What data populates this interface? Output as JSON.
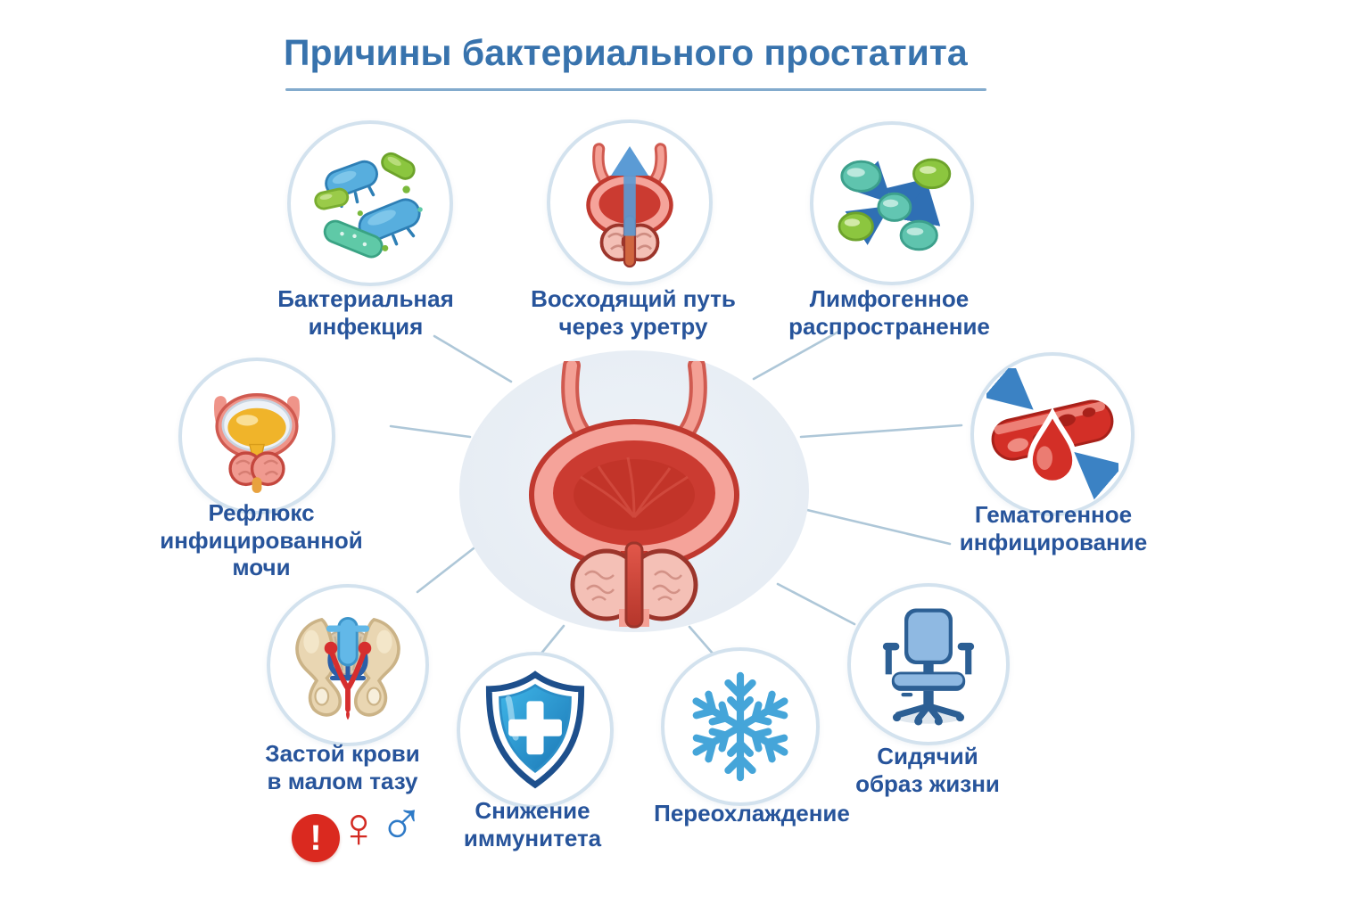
{
  "title": "Причины бактериального простатита",
  "colors": {
    "title_blue": "#3873ad",
    "label_blue": "#27549b",
    "circle_border": "#d3e2ee",
    "connector_line": "#aec7d8",
    "hub_background": "#e9eff5",
    "warning_red": "#da291f",
    "male_blue": "#2e7ac7",
    "female_red": "#d32a22"
  },
  "central": {
    "illustration": "bladder-prostate-anatomy"
  },
  "causes": [
    {
      "id": "bacterial-infection",
      "label": "Бактериальная\nинфекция",
      "icon": "bacteria-icon"
    },
    {
      "id": "ascending-route",
      "label": "Восходящий путь\nчерез уретру",
      "icon": "ascending-urethra-icon"
    },
    {
      "id": "lymphogenic-spread",
      "label": "Лимфогенное\nраспространение",
      "icon": "lymph-nodes-icon"
    },
    {
      "id": "infected-urine-reflux",
      "label": "Рефлюкс\nинфицированной\nмочи",
      "icon": "bladder-urine-icon"
    },
    {
      "id": "hematogenous-infection",
      "label": "Гематогенное\nинфицирование",
      "icon": "blood-vessel-icon"
    },
    {
      "id": "pelvic-blood-stasis",
      "label": "Застой крови\nв малом тазу",
      "icon": "pelvis-icon"
    },
    {
      "id": "reduced-immunity",
      "label": "Снижение\nиммунитета",
      "icon": "immunity-shield-icon"
    },
    {
      "id": "hypothermia",
      "label": "Переохлаждение",
      "icon": "snowflake-icon"
    },
    {
      "id": "sedentary-lifestyle",
      "label": "Сидячий\nобраз жизни",
      "icon": "office-chair-icon"
    }
  ],
  "symbols": {
    "exclamation": "!",
    "female": "♀",
    "male": "♂"
  }
}
